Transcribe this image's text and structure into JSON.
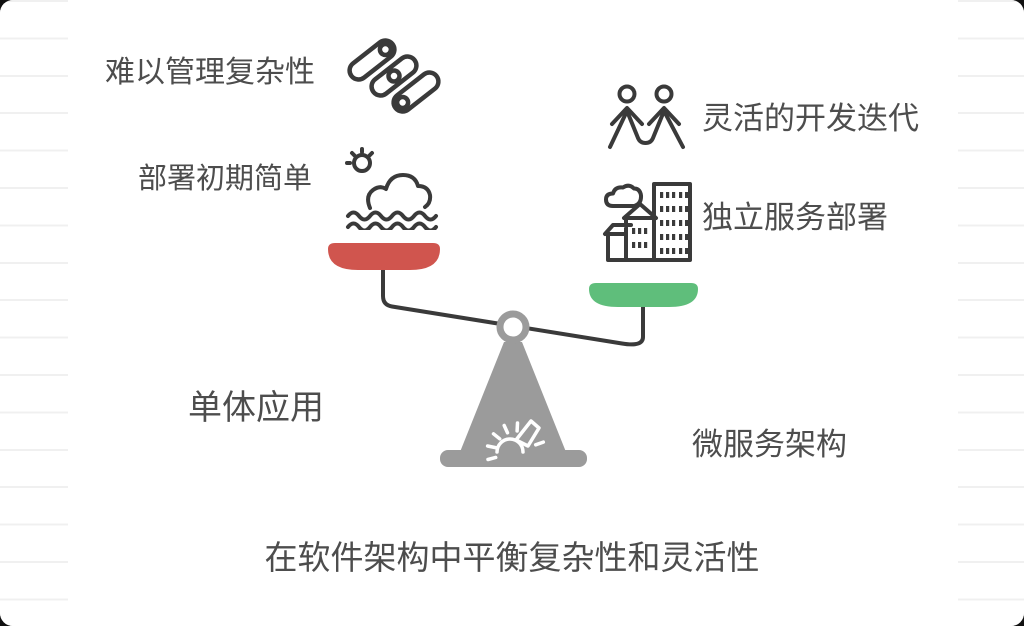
{
  "diagram": {
    "caption": "在软件架构中平衡复杂性和灵活性",
    "left": {
      "title": "单体应用",
      "pan_color": "#d0554e",
      "features": [
        {
          "label": "难以管理复杂性",
          "icon": "pipes-icon"
        },
        {
          "label": "部署初期简单",
          "icon": "sun-mist-icon"
        }
      ]
    },
    "right": {
      "title": "微服务架构",
      "pan_color": "#5fbe7b",
      "features": [
        {
          "label": "灵活的开发迭代",
          "icon": "team-icon"
        },
        {
          "label": "独立服务部署",
          "icon": "city-icon"
        }
      ]
    },
    "colors": {
      "text": "#4d4d4d",
      "icon_stroke": "#3a3a3a",
      "scale_gray": "#9b9b9b",
      "beam": "#3a3a3a",
      "background_line": "#f0f0f0"
    }
  }
}
